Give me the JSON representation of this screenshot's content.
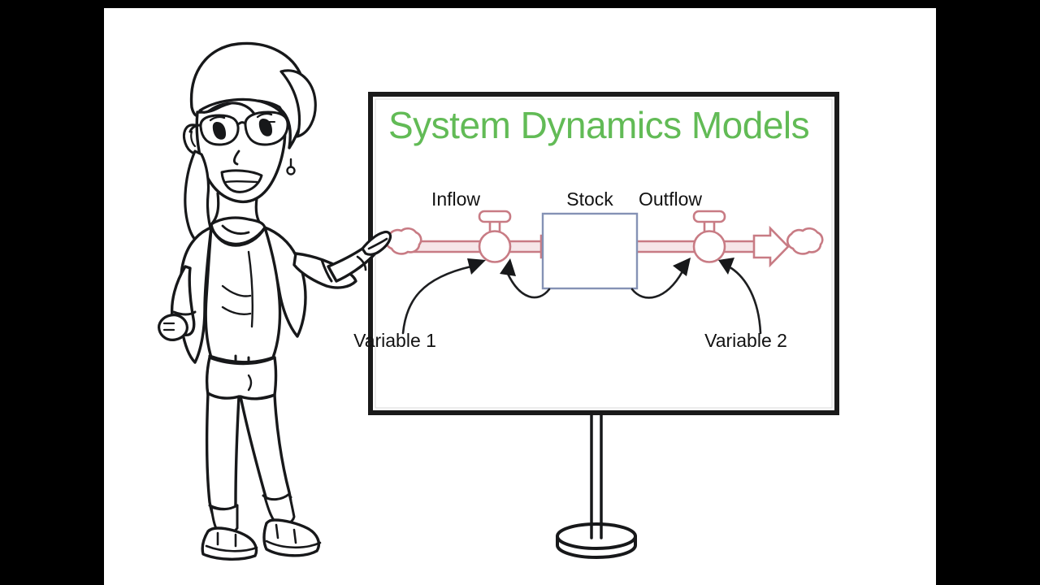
{
  "scene": {
    "background_color": "#ffffff",
    "letterbox_color": "#000000",
    "presenter": {
      "name": "cartoon-presenter-woman",
      "description": "line-art cartoon woman with glasses pointing at whiteboard"
    }
  },
  "whiteboard": {
    "name": "whiteboard",
    "frame_color": "#1a1a1a",
    "surface_color": "#ffffff",
    "title": "System Dynamics Models",
    "title_color": "#62bb56",
    "stand": {
      "name": "whiteboard-stand",
      "pole_color": "#1a1a1a",
      "base_color": "#1a1a1a"
    }
  },
  "diagram": {
    "type": "stock-and-flow",
    "flow_color": "#c87b84",
    "flow_fill": "#f2dcdf",
    "stock_border_color": "#8592b5",
    "connector_color": "#1d1e20",
    "labels": {
      "inflow": "Inflow",
      "stock": "Stock",
      "outflow": "Outflow",
      "variable_1": "Variable 1",
      "variable_2": "Variable 2"
    },
    "nodes": [
      {
        "id": "source-cloud",
        "kind": "cloud",
        "label": ""
      },
      {
        "id": "inflow-valve",
        "kind": "valve",
        "label": "Inflow"
      },
      {
        "id": "stock-box",
        "kind": "stock",
        "label": "Stock"
      },
      {
        "id": "outflow-valve",
        "kind": "valve",
        "label": "Outflow"
      },
      {
        "id": "sink-cloud",
        "kind": "cloud",
        "label": ""
      },
      {
        "id": "variable-1",
        "kind": "variable",
        "label": "Variable 1"
      },
      {
        "id": "variable-2",
        "kind": "variable",
        "label": "Variable 2"
      }
    ],
    "flows": [
      {
        "from": "source-cloud",
        "to": "inflow-valve"
      },
      {
        "from": "inflow-valve",
        "to": "stock-box"
      },
      {
        "from": "stock-box",
        "to": "outflow-valve"
      },
      {
        "from": "outflow-valve",
        "to": "sink-cloud"
      }
    ],
    "connectors": [
      {
        "from": "variable-1",
        "to": "inflow-valve"
      },
      {
        "from": "stock-box",
        "to": "inflow-valve"
      },
      {
        "from": "stock-box",
        "to": "outflow-valve"
      },
      {
        "from": "variable-2",
        "to": "outflow-valve"
      }
    ]
  }
}
